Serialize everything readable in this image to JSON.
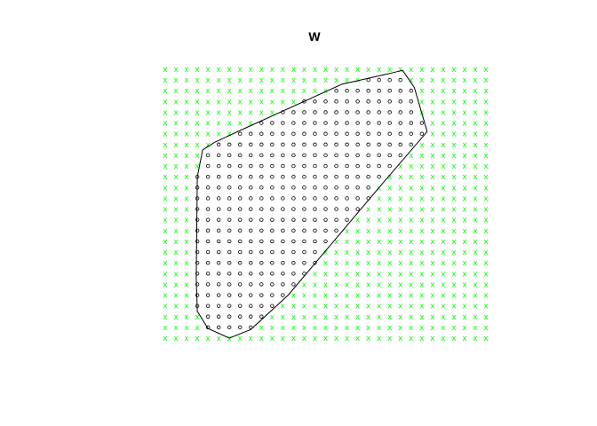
{
  "chart_data": {
    "type": "scatter",
    "title": "W",
    "xlabel": "",
    "ylabel": "",
    "xlim": [
      1,
      31
    ],
    "ylim": [
      1,
      26
    ],
    "grid_step": 1,
    "axes_shown": false,
    "grid": false,
    "colors": {
      "outside_marker": "#00ff00",
      "inside_marker": "#000000",
      "boundary": "#000000"
    },
    "series": [
      {
        "marker": "x",
        "color": "#00ff00",
        "role": "grid points outside polygon"
      },
      {
        "marker": "o",
        "color": "#000000",
        "role": "grid points inside polygon"
      }
    ],
    "polygon": [
      [
        4.5,
        18.5
      ],
      [
        5.6,
        19.2
      ],
      [
        9.1,
        20.8
      ],
      [
        17.5,
        24.6
      ],
      [
        22.0,
        25.6
      ],
      [
        23.2,
        25.9
      ],
      [
        24.3,
        24.3
      ],
      [
        25.5,
        20.2
      ],
      [
        21.0,
        15.0
      ],
      [
        12.5,
        5.0
      ],
      [
        9.0,
        1.8
      ],
      [
        7.0,
        1.0
      ],
      [
        5.0,
        1.9
      ],
      [
        4.0,
        3.5
      ],
      [
        3.9,
        6.5
      ],
      [
        4.0,
        16.0
      ]
    ]
  }
}
